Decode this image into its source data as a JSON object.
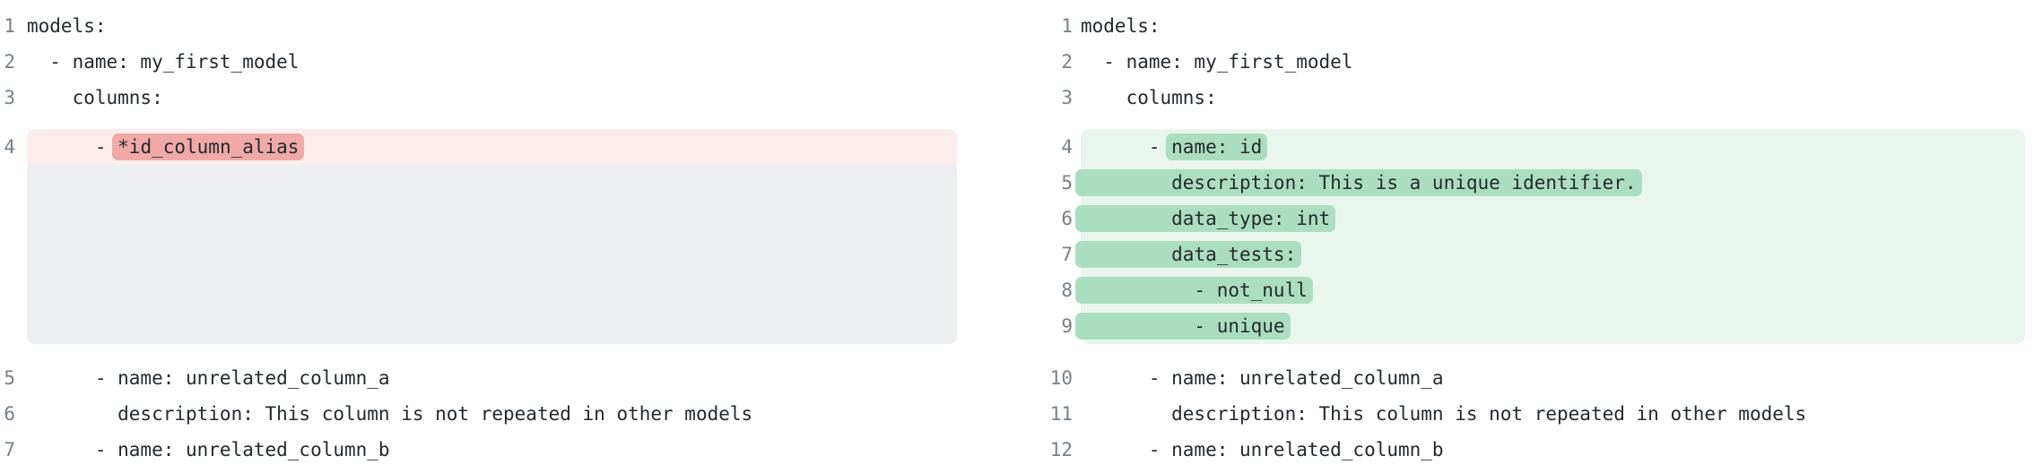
{
  "view": "yaml-diff-side-by-side",
  "colors": {
    "removed_row_bg": "#fceceb",
    "removed_token_bg": "#f0a9a6",
    "added_row_bg": "#e9f6ee",
    "added_token_bg": "#abdec0",
    "spacer_bg": "#eceef0",
    "code_text": "#24292e",
    "line_number_text": "#778088",
    "page_bg": "#ffffff"
  },
  "left": {
    "lines_before": [
      {
        "num": "1",
        "code": "models:"
      },
      {
        "num": "2",
        "code": "  - name: my_first_model"
      },
      {
        "num": "3",
        "code": "    columns:"
      }
    ],
    "removed_line": {
      "num": "4",
      "prefix": "      - ",
      "token": "*id_column_alias"
    },
    "lines_after": [
      {
        "num": "5",
        "code": "      - name: unrelated_column_a"
      },
      {
        "num": "6",
        "code": "        description: This column is not repeated in other models"
      },
      {
        "num": "7",
        "code": "      - name: unrelated_column_b"
      }
    ]
  },
  "right": {
    "lines_before": [
      {
        "num": "1",
        "code": "models:"
      },
      {
        "num": "2",
        "code": "  - name: my_first_model"
      },
      {
        "num": "3",
        "code": "    columns:"
      }
    ],
    "added_lines": [
      {
        "num": "4",
        "prefix": "      - ",
        "token": "name: id"
      },
      {
        "num": "5",
        "prefix": "",
        "token": "        description: This is a unique identifier."
      },
      {
        "num": "6",
        "prefix": "",
        "token": "        data_type: int"
      },
      {
        "num": "7",
        "prefix": "",
        "token": "        data_tests:"
      },
      {
        "num": "8",
        "prefix": "",
        "token": "          - not_null"
      },
      {
        "num": "9",
        "prefix": "",
        "token": "          - unique"
      }
    ],
    "lines_after": [
      {
        "num": "10",
        "code": "      - name: unrelated_column_a"
      },
      {
        "num": "11",
        "code": "        description: This column is not repeated in other models"
      },
      {
        "num": "12",
        "code": "      - name: unrelated_column_b"
      }
    ]
  }
}
